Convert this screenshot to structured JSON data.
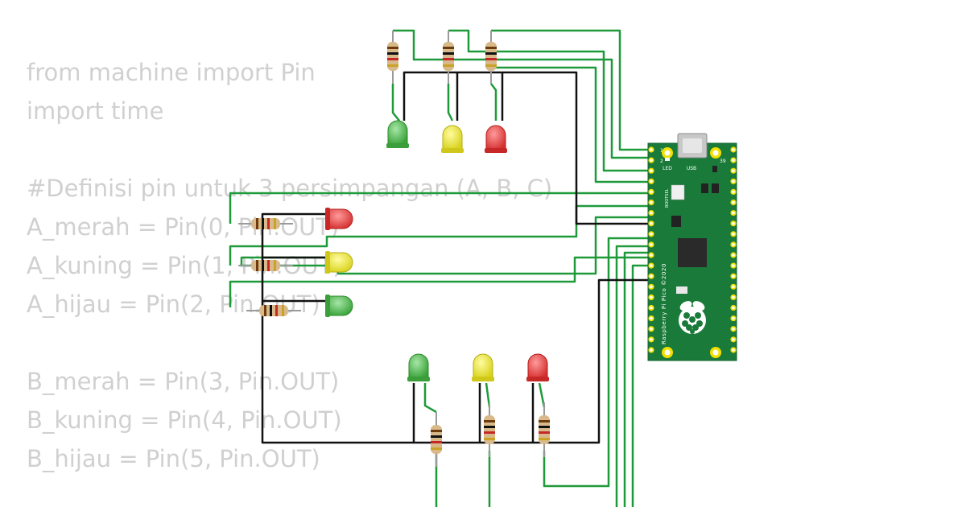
{
  "code_lines": [
    "from machine import Pin",
    "import time",
    "",
    "#Definisi pin untuk 3 persimpangan (A, B, C)",
    "A_merah = Pin(0, Pin.OUT)",
    "A_kuning = Pin(1, Pin.OUT)",
    "A_hijau = Pin(2, Pin.OUT)",
    "",
    "B_merah = Pin(3, Pin.OUT)",
    "B_kuning = Pin(4, Pin.OUT)",
    "B_hijau = Pin(5, Pin.OUT)"
  ],
  "board": {
    "usb_label": "USB",
    "led_label": "LED",
    "bootsel_label": "BOOTSEL",
    "pin_1_label": "1",
    "pin_2_label": "2",
    "pin_39_label": "39",
    "vertical_label": "Raspberry Pi Pico ©2020",
    "color": "#1a7a3a"
  },
  "colors": {
    "code_text": "#d0d0d0",
    "wire_signal": "#1f9a3a",
    "wire_ground": "#111111",
    "led_red": "#e53935",
    "led_yellow": "#e6e01e",
    "led_green": "#43b043",
    "resistor_body": "#d8b98a"
  }
}
